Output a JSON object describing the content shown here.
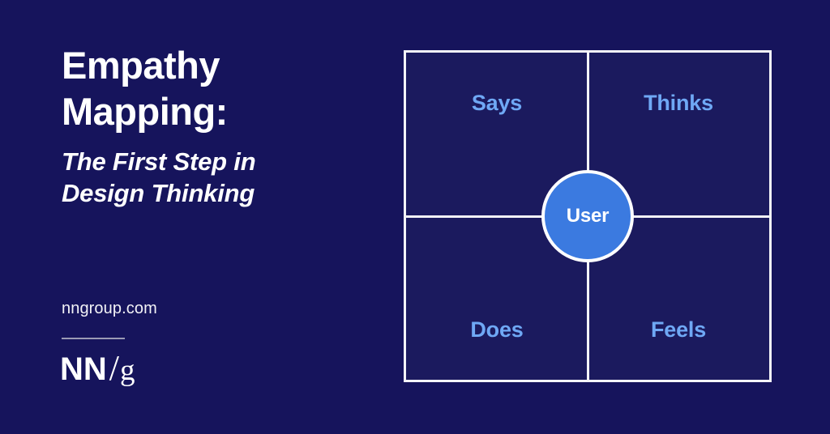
{
  "page": {
    "background_color": "#16145c"
  },
  "headline": {
    "title": "Empathy\nMapping:",
    "subtitle": "The First Step in\nDesign Thinking"
  },
  "branding": {
    "site_url": "nngroup.com",
    "logo": {
      "mark": "NN",
      "separator": "/",
      "suffix": "g"
    }
  },
  "empathy_map": {
    "center": {
      "label": "User",
      "fill_color": "#3b7ae0",
      "border_color": "#ffffff"
    },
    "grid_line_color": "#f4f4f8",
    "quadrant_label_color": "#6fa8f5",
    "quadrants": [
      {
        "id": "says",
        "label": "Says",
        "position": "top-left"
      },
      {
        "id": "thinks",
        "label": "Thinks",
        "position": "top-right"
      },
      {
        "id": "does",
        "label": "Does",
        "position": "bottom-left"
      },
      {
        "id": "feels",
        "label": "Feels",
        "position": "bottom-right"
      }
    ]
  }
}
